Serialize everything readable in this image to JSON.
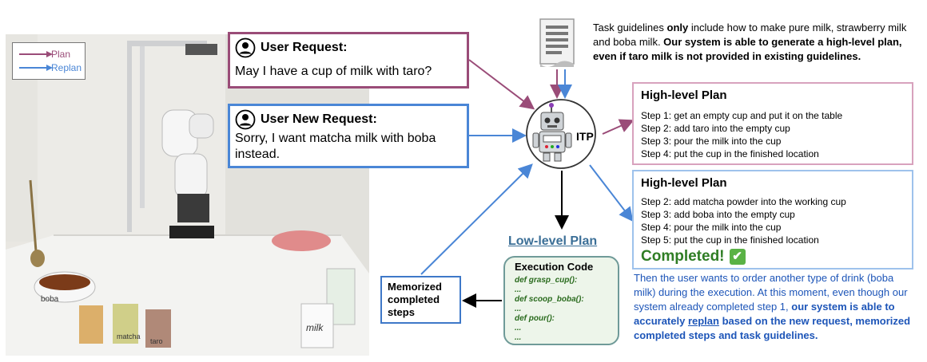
{
  "legend": {
    "plan_label": "Plan",
    "replan_label": "Replan",
    "plan_color": "#9a4c78",
    "replan_color": "#4a86d6"
  },
  "photo": {
    "cup_labels": [
      "boba",
      "matcha",
      "taro"
    ],
    "milk_label": "milk"
  },
  "user_request": {
    "title": "User Request:",
    "text": "May I have a cup of milk with taro?"
  },
  "user_new_request": {
    "title": "User New Request:",
    "line1": "Sorry, I want matcha milk with boba",
    "line2": "instead."
  },
  "guidelines": {
    "part1": "Task guidelines ",
    "part2": "only",
    "part3": " include how to make pure milk, strawberry milk and boba milk. ",
    "part4": "Our system is able to generate a high-level plan, even if taro milk is not provided in existing guidelines."
  },
  "robot": {
    "label": "ITP"
  },
  "plan1": {
    "title": "High-level Plan",
    "steps": [
      "Step 1: get an empty cup and put it on the table",
      "Step 2: add taro into the empty cup",
      "Step 3: pour the milk into the cup",
      "Step 4: put the cup in the finished location"
    ]
  },
  "plan2": {
    "title": "High-level Plan",
    "steps": [
      "Step 2: add matcha powder into the working cup",
      "Step 3: add boba into the empty cup",
      "Step 4: pour the milk into the cup",
      "Step 5: put the cup in the finished location"
    ],
    "completed": "Completed!",
    "check": "✔"
  },
  "low_level": {
    "title": "Low-level Plan"
  },
  "execution": {
    "title": "Execution Code",
    "lines": [
      "def grasp_cup():",
      "...",
      "def scoop_boba():",
      "...",
      "def pour():",
      "...",
      "..."
    ]
  },
  "memorized": {
    "line1": "Memorized",
    "line2": "completed",
    "line3": "steps"
  },
  "note": {
    "part1": "Then the user wants to order another type of drink (boba milk) during the execution. At this moment, even though our system already completed step 1, ",
    "part2": "our system is able to accurately ",
    "part3": "replan",
    "part4": " based on the new request, memorized completed steps and task guidelines."
  }
}
